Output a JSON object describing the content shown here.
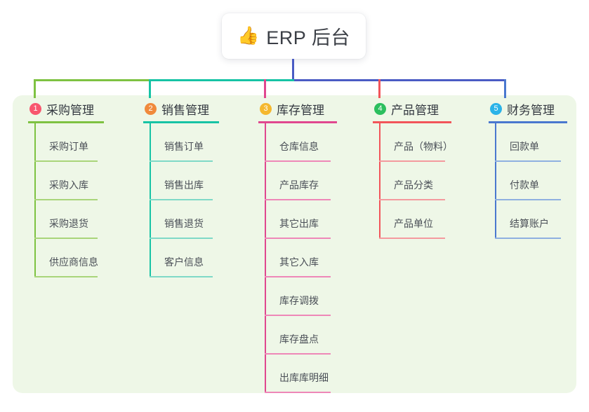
{
  "root": {
    "icon": "thumbs-up-icon",
    "icon_glyph": "👍",
    "title": "ERP 后台",
    "stem_color": "#4a5bc4"
  },
  "panel": {
    "background": "#eef7e7"
  },
  "bus": {
    "segments": [
      {
        "color": "#7ec242"
      },
      {
        "color": "#17c3a5"
      },
      {
        "color": "#4a5bc4"
      }
    ]
  },
  "columns": [
    {
      "number": "1",
      "title": "采购管理",
      "badge_color": "#f8566e",
      "line_color": "#7ec242",
      "leaf_line_color": "#a9d57a",
      "items": [
        {
          "label": "采购订单"
        },
        {
          "label": "采购入库"
        },
        {
          "label": "采购退货"
        },
        {
          "label": "供应商信息"
        }
      ]
    },
    {
      "number": "2",
      "title": "销售管理",
      "badge_color": "#f08a3c",
      "line_color": "#17c3a5",
      "leaf_line_color": "#7fd9c7",
      "items": [
        {
          "label": "销售订单"
        },
        {
          "label": "销售出库"
        },
        {
          "label": "销售退货"
        },
        {
          "label": "客户信息"
        }
      ]
    },
    {
      "number": "3",
      "title": "库存管理",
      "badge_color": "#f5b82e",
      "line_color": "#e0478f",
      "leaf_line_color": "#ee87b8",
      "items": [
        {
          "label": "仓库信息"
        },
        {
          "label": "产品库存"
        },
        {
          "label": "其它出库"
        },
        {
          "label": "其它入库"
        },
        {
          "label": "库存调拨"
        },
        {
          "label": "库存盘点"
        },
        {
          "label": "出库库明细"
        }
      ]
    },
    {
      "number": "4",
      "title": "产品管理",
      "badge_color": "#2bbf5e",
      "line_color": "#f2555a",
      "leaf_line_color": "#f49a9e",
      "items": [
        {
          "label": "产品（物料）"
        },
        {
          "label": "产品分类"
        },
        {
          "label": "产品单位"
        }
      ]
    },
    {
      "number": "5",
      "title": "财务管理",
      "badge_color": "#2bb3e8",
      "line_color": "#4a78cf",
      "leaf_line_color": "#8fb0e0",
      "items": [
        {
          "label": "回款单"
        },
        {
          "label": "付款单"
        },
        {
          "label": "结算账户"
        }
      ]
    }
  ]
}
